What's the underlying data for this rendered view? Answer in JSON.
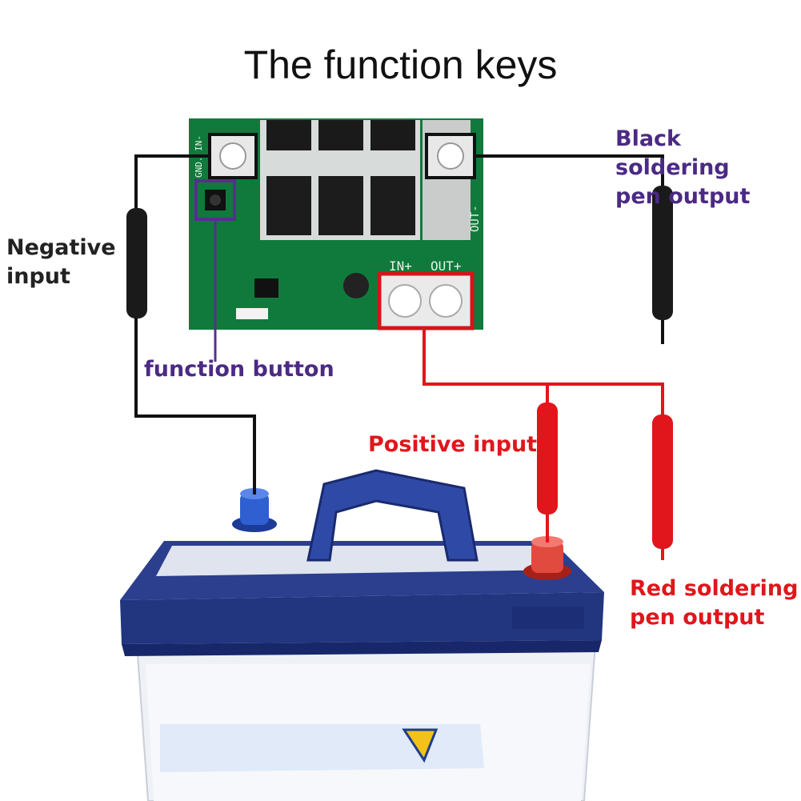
{
  "title": "The function keys",
  "labels": {
    "negative_input": [
      "Negative",
      "input"
    ],
    "function_button": "function button",
    "black_pen_output": [
      "Black soldering",
      "pen output"
    ],
    "positive_input": "Positive input",
    "red_pen_output": [
      "Red soldering",
      "pen output"
    ]
  },
  "board_markings": {
    "gnd_in": "GND. IN-",
    "out_minus": "OUT-",
    "in_plus": "IN+",
    "out_plus": "OUT+"
  },
  "colors": {
    "wire_black": "#111111",
    "wire_red": "#e0161c",
    "button_frame": "#5a2d91",
    "terminal_frame": "#d4151b",
    "board_green": "#0f7a3c",
    "battery_blue": "#2a3f8f",
    "battery_body": "#f1f4f8",
    "negative_terminal": "#2f5fd0",
    "positive_terminal": "#e04a3f"
  }
}
